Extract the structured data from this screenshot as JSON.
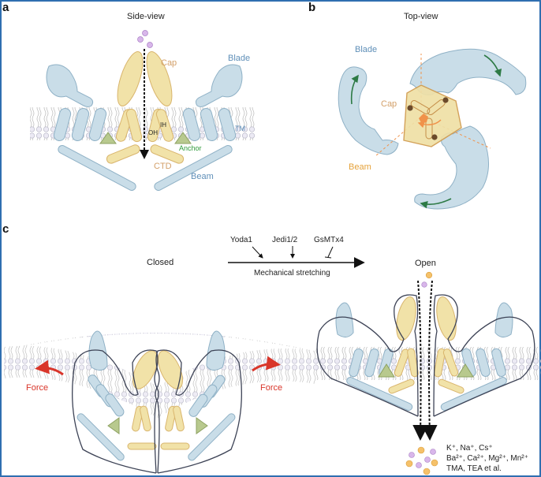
{
  "figure": {
    "border_color": "#2f6fb0",
    "panels": {
      "a": {
        "letter": "a",
        "title": "Side-view",
        "labels": {
          "cap": "Cap",
          "blade": "Blade",
          "tm": "TM",
          "ih": "IH",
          "oh": "OH",
          "anchor": "Anchor",
          "ctd": "CTD",
          "beam": "Beam"
        }
      },
      "b": {
        "letter": "b",
        "title": "Top-view",
        "labels": {
          "blade": "Blade",
          "cap": "Cap",
          "beam": "Beam"
        }
      },
      "c": {
        "letter": "c",
        "closed_label": "Closed",
        "open_label": "Open",
        "process_label": "Mechanical stretching",
        "modulators": [
          {
            "name": "Yoda1",
            "effect": "activator"
          },
          {
            "name": "Jedi1/2",
            "effect": "activator"
          },
          {
            "name": "GsMTx4",
            "effect": "inhibitor"
          }
        ],
        "force_label": "Force",
        "ions": {
          "line1": "K⁺, Na⁺, Cs⁺",
          "line2": "Ba²⁺, Ca²⁺, Mg²⁺, Mn²⁺",
          "line3": "TMA, TEA et al."
        }
      }
    },
    "colors": {
      "blade_blue": "#c9dde8",
      "cap_tan": "#f1e2a8",
      "anchor_green": "#b8c98e",
      "force_red": "#d9352a",
      "ion_purple": "#d8b6ea",
      "ion_orange": "#f5c16a"
    }
  }
}
